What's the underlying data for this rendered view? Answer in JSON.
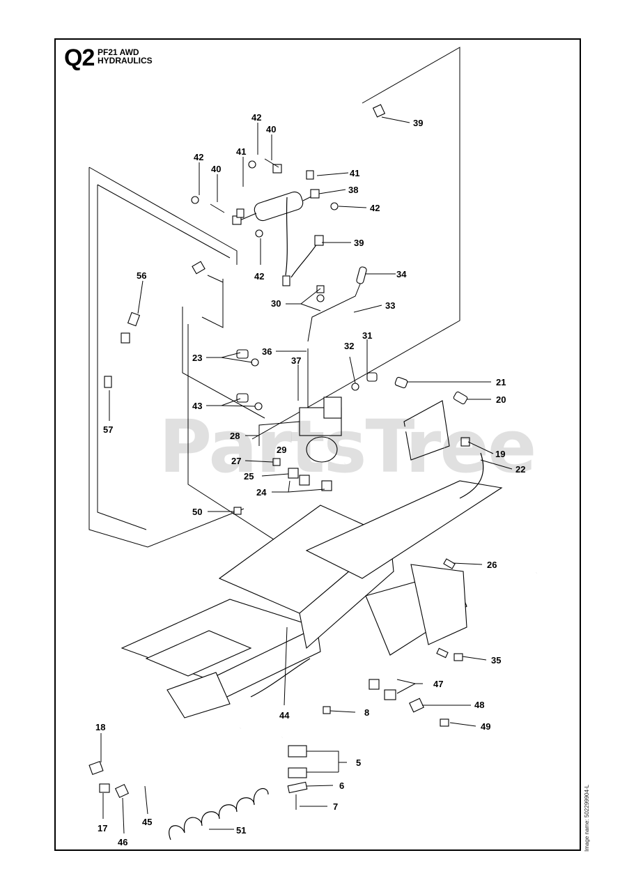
{
  "header": {
    "page_code": "Q2",
    "model": "PF21 AWD",
    "section": "HYDRAULICS"
  },
  "watermark": "PartsTree",
  "image_name": "Image name: 502299904-L",
  "callouts": {
    "c5": "5",
    "c6": "6",
    "c7": "7",
    "c8": "8",
    "c17": "17",
    "c18": "18",
    "c19": "19",
    "c20": "20",
    "c21": "21",
    "c22": "22",
    "c23": "23",
    "c24": "24",
    "c25": "25",
    "c26": "26",
    "c27": "27",
    "c28": "28",
    "c29": "29",
    "c30": "30",
    "c31": "31",
    "c32": "32",
    "c33": "33",
    "c34": "34",
    "c35": "35",
    "c36": "36",
    "c37": "37",
    "c38": "38",
    "c39a": "39",
    "c39b": "39",
    "c40a": "40",
    "c40b": "40",
    "c41a": "41",
    "c41b": "41",
    "c42a": "42",
    "c42b": "42",
    "c42c": "42",
    "c42d": "42",
    "c43": "43",
    "c44": "44",
    "c45": "45",
    "c46": "46",
    "c47": "47",
    "c48": "48",
    "c49": "49",
    "c50": "50",
    "c51": "51",
    "c56": "56",
    "c57": "57"
  }
}
